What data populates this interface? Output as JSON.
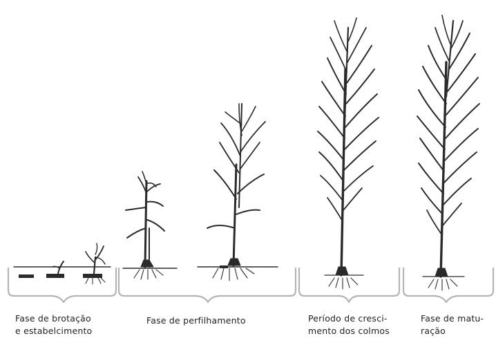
{
  "phases": [
    {
      "line1": "Fase de brotação",
      "line2": "e estabelcimento"
    },
    {
      "line1": "Fase de perfilhamento",
      "line2": ""
    },
    {
      "line1": "Período de cresci-",
      "line2": "mento dos colmos"
    },
    {
      "line1": "Fase de matu-",
      "line2": "ração"
    }
  ],
  "colors": {
    "ink": "#2a2a2a",
    "bracket": "#b4b4b4",
    "background": "#ffffff"
  }
}
